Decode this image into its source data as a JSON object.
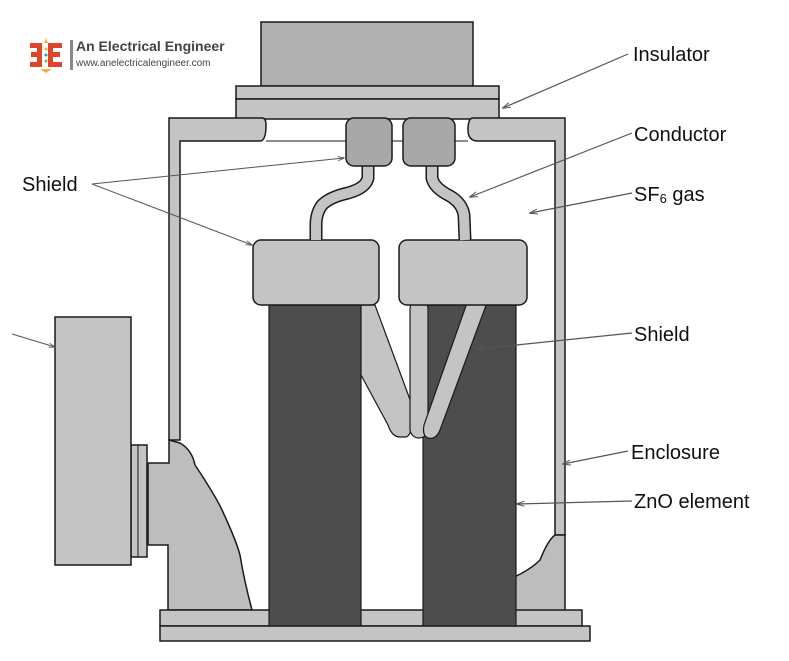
{
  "brand": {
    "title": "An Electrical Engineer",
    "url": "www.anelectricalengineer.com",
    "logo_icon": "3e-logo-icon",
    "logo_color": "#e0452b",
    "logo_accent": "#f2b233"
  },
  "diagram": {
    "subject": "SF6 gas-insulated ZnO surge arrester cross-section",
    "colors": {
      "light_gray": "#bdbdbd",
      "mid_gray": "#9a9a9a",
      "dark_gray": "#4d4d4d",
      "outline": "#1a1a1a",
      "leader": "#555555"
    },
    "labels": {
      "insulator": "Insulator",
      "conductor": "Conductor",
      "sf6_prefix": "SF",
      "sf6_sub": "6",
      "sf6_suffix": " gas",
      "shield_left": "Shield",
      "shield_right": "Shield",
      "enclosure": "Enclosure",
      "zno": "ZnO element"
    }
  }
}
